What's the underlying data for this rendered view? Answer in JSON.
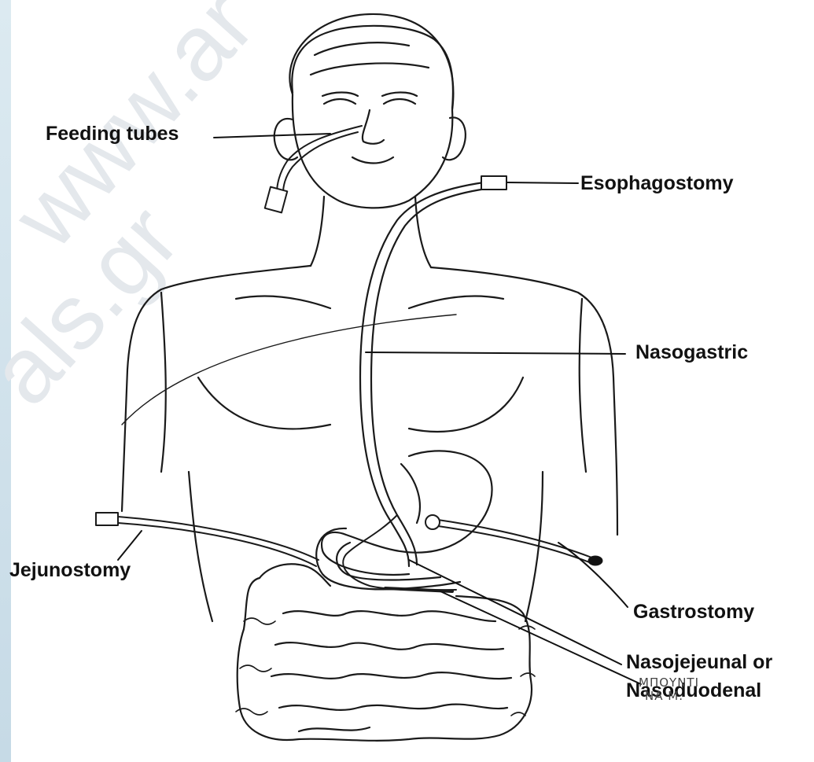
{
  "labels": {
    "feeding_tubes": "Feeding tubes",
    "esophagostomy": "Esophagostomy",
    "nasogastric": "Nasogastric",
    "jejunostomy": "Jejunostomy",
    "gastrostomy": "Gastrostomy",
    "nasojejeunal_line1": "Nasojejeunal or",
    "nasoduodenal_line2": "Nasoduodenal"
  },
  "credit": {
    "line1": "ΜΠΟΥΝΤΙ",
    "line2": "ΝΑ Μ."
  },
  "watermark": {
    "line1": "www.ar",
    "line2": "als.gr"
  },
  "colors": {
    "left_band": "#d3e3ec",
    "ink": "#111111",
    "watermark": "#e4e8ec"
  }
}
